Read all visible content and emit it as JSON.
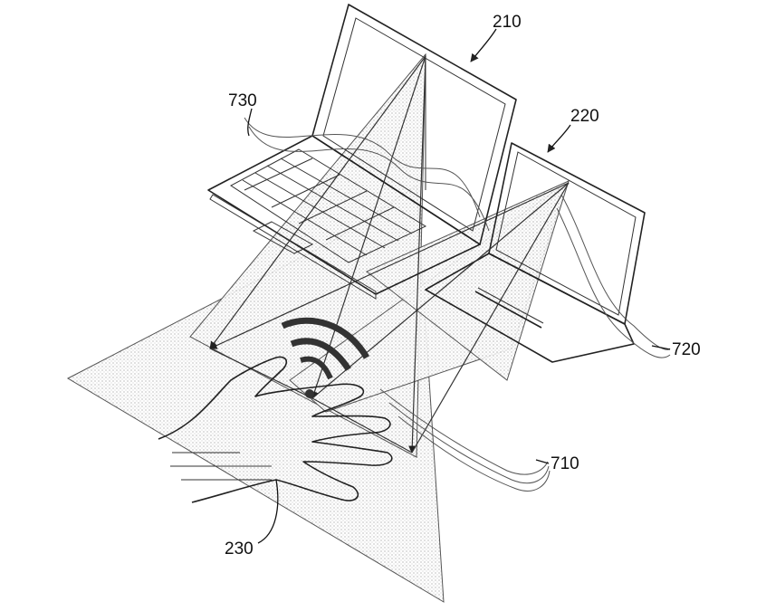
{
  "labels": {
    "laptop": "210",
    "tablet": "220",
    "hand": "230",
    "signal_710": "710",
    "signal_720": "720",
    "signal_730": "730"
  },
  "colors": {
    "ink": "#222222",
    "beam_dots": "#8a8a8a",
    "signal_arcs": "#333333",
    "background": "#ffffff"
  },
  "icons": [
    "wireless-signal-icon",
    "arrow-icon"
  ]
}
